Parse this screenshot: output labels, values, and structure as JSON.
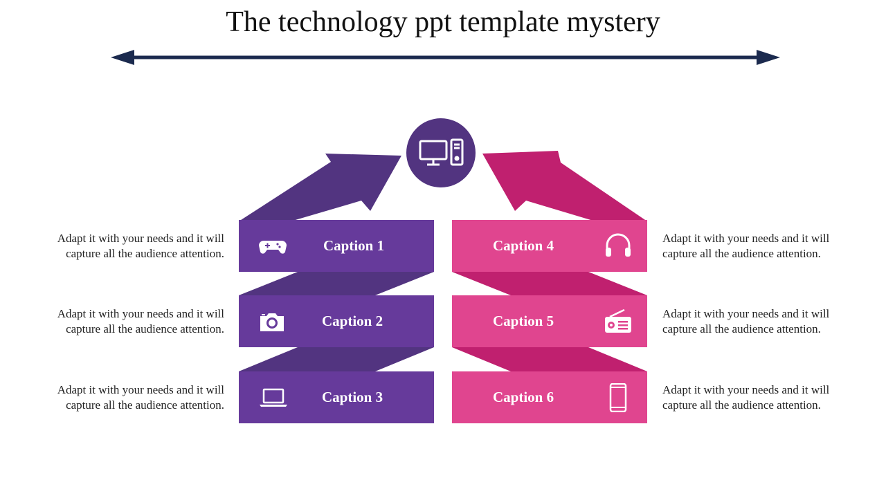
{
  "title": "The technology ppt template mystery",
  "colors": {
    "purple": "#663a9b",
    "purple_dark": "#523480",
    "pink": "#e0458f",
    "pink_dark": "#c0206f",
    "navy": "#1b2a4e"
  },
  "center_icon": "desktop-computer-icon",
  "left_items": [
    {
      "caption": "Caption 1",
      "icon": "gamepad-icon",
      "text_line1": "Adapt it with your needs and it will",
      "text_line2": "capture all the audience attention."
    },
    {
      "caption": "Caption 2",
      "icon": "camera-icon",
      "text_line1": "Adapt it with your needs and it will",
      "text_line2": "capture all the audience attention."
    },
    {
      "caption": "Caption 3",
      "icon": "laptop-icon",
      "text_line1": "Adapt it with your needs and it will",
      "text_line2": "capture all the audience attention."
    }
  ],
  "right_items": [
    {
      "caption": "Caption 4",
      "icon": "headphones-icon",
      "text_line1": "Adapt it with your needs and it will",
      "text_line2": "capture all the audience attention."
    },
    {
      "caption": "Caption 5",
      "icon": "radio-icon",
      "text_line1": "Adapt it with your needs and it will",
      "text_line2": "capture all the audience attention."
    },
    {
      "caption": "Caption 6",
      "icon": "smartphone-icon",
      "text_line1": "Adapt it with your needs and it will",
      "text_line2": "capture all the audience attention."
    }
  ]
}
